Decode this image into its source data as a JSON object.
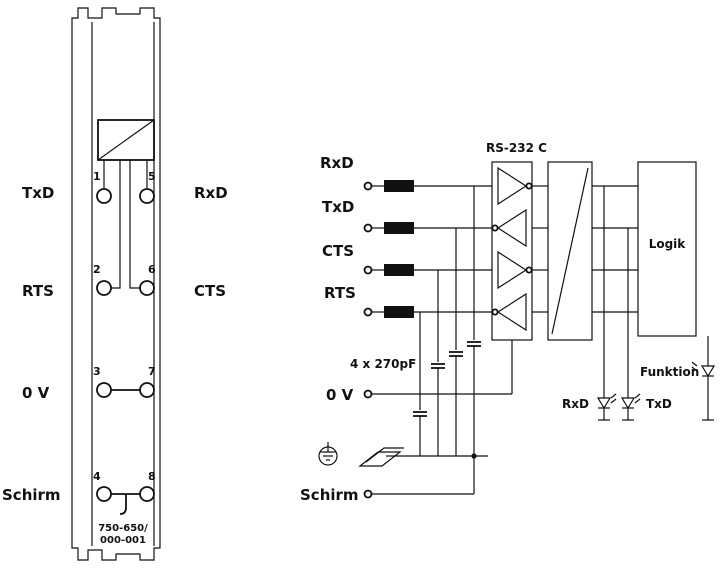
{
  "module": {
    "left_labels": [
      "TxD",
      "RTS",
      "0 V",
      "Schirm"
    ],
    "right_labels": [
      "RxD",
      "CTS"
    ],
    "pin_numbers": [
      "1",
      "5",
      "2",
      "6",
      "3",
      "7",
      "4",
      "8"
    ],
    "part_number_line1": "750-650/",
    "part_number_line2": "000-001"
  },
  "schematic": {
    "signals": [
      "RxD",
      "TxD",
      "CTS",
      "RTS"
    ],
    "zero_v": "0 V",
    "shield": "Schirm",
    "capacitors": "4 x 270pF",
    "interface": "RS-232 C",
    "logic": "Logik",
    "leds": {
      "rxd": "RxD",
      "txd": "TxD",
      "function": "Funktion"
    }
  }
}
